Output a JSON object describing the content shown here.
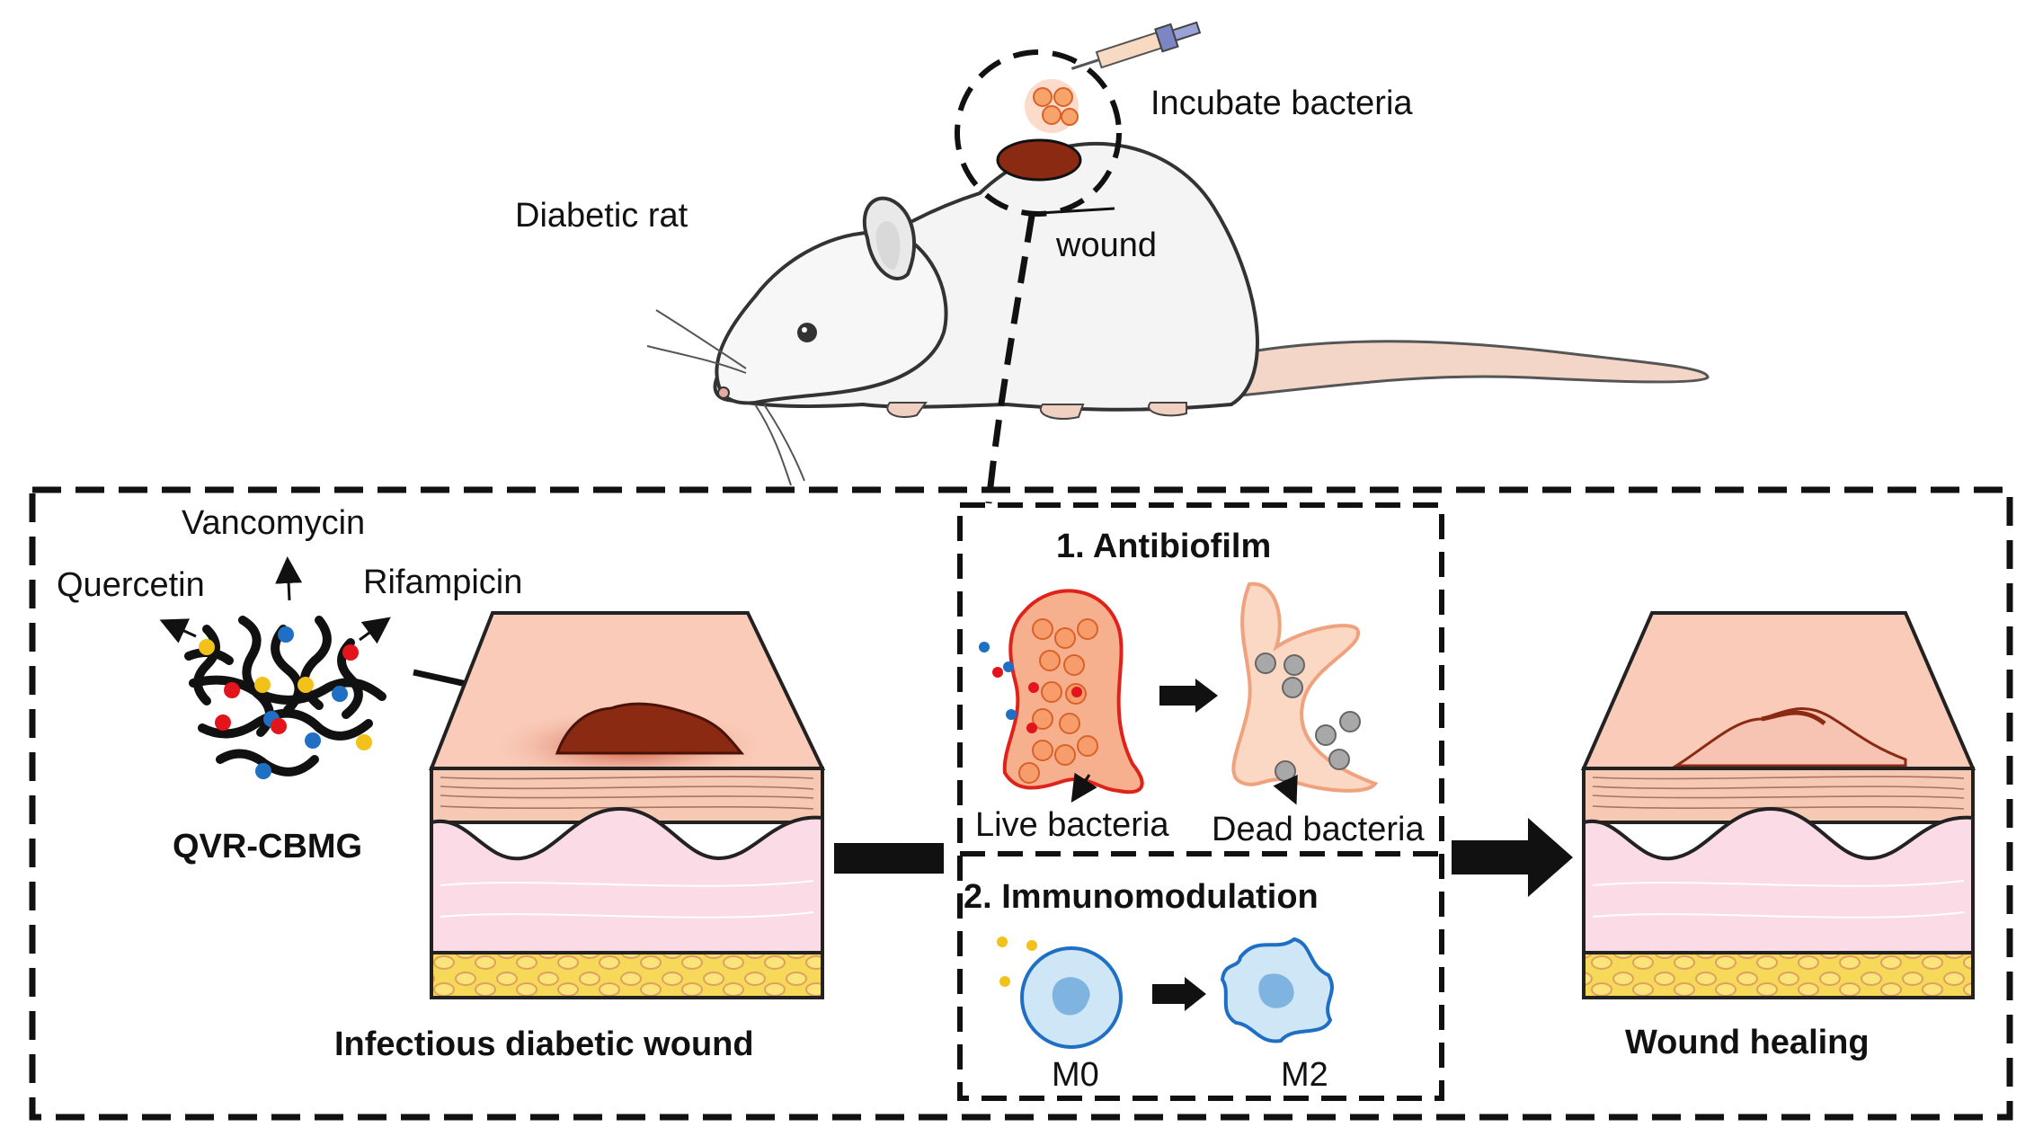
{
  "labels": {
    "incubate": "Incubate bacteria",
    "diabetic_rat": "Diabetic rat",
    "wound": "wound",
    "vancomycin": "Vancomycin",
    "quercetin": "Quercetin",
    "rifampicin": "Rifampicin",
    "qvr": "QVR-CBMG",
    "infectious": "Infectious diabetic wound",
    "antibiofilm": "1. Antibiofilm",
    "live": "Live bacteria",
    "dead": "Dead bacteria",
    "immuno": "2. Immunomodulation",
    "m0": "M0",
    "m2": "M2",
    "healing": "Wound healing"
  },
  "colors": {
    "quercetin_dot": "#f2c21b",
    "vancomycin_dot": "#1f6fc4",
    "rifampicin_dot": "#e3141b",
    "wound": "#8b2a12",
    "biofilm_live": "#f7b08e",
    "biofilm_dead": "#fbd8c4",
    "macrophage": "#cfe6f7"
  },
  "icons": [
    "rat-icon",
    "syringe-icon",
    "hydrogel-network-icon",
    "skin-wound-icon",
    "skin-healed-icon",
    "biofilm-live-icon",
    "biofilm-dead-icon",
    "macrophage-m0-icon",
    "macrophage-m2-icon"
  ]
}
